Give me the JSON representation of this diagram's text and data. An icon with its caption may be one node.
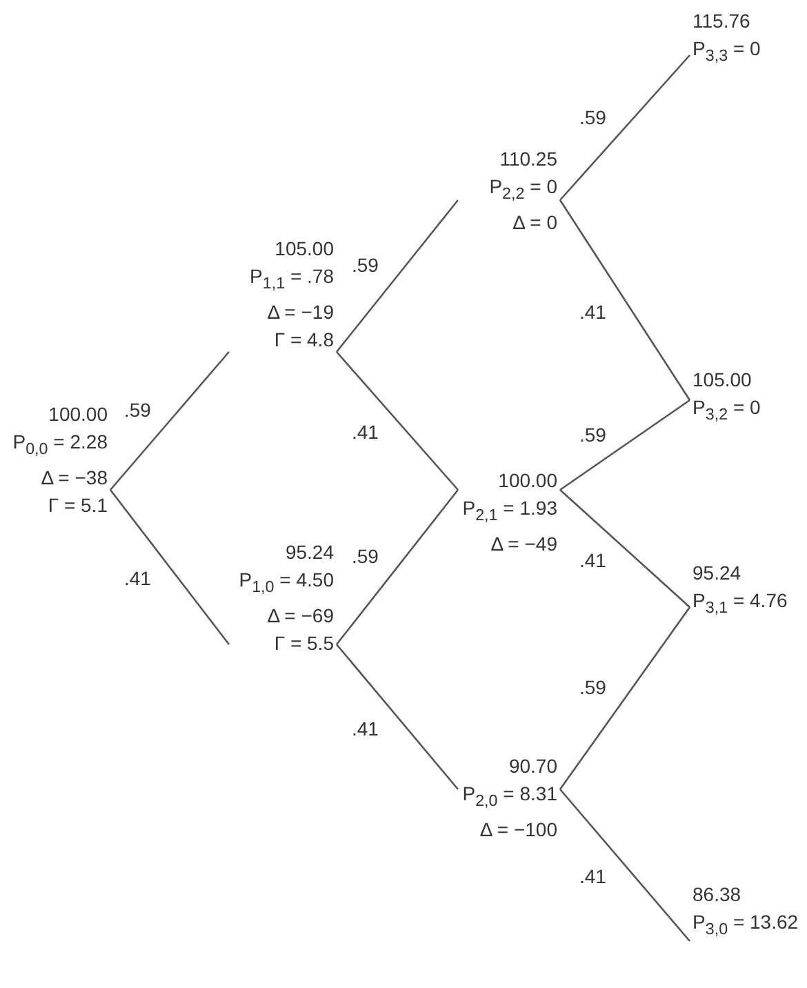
{
  "diagram": {
    "nodes": [
      {
        "text": [
          "100.00",
          "P$_{0,0}$ = 2.28",
          "Δ = −38",
          "Γ = 5.1"
        ]
      },
      {
        "text": [
          "105.00",
          "P$_{1,1}$ = .78",
          "Δ = −19",
          "Γ = 4.8"
        ]
      },
      {
        "text": [
          "95.24",
          "P$_{1,0}$ = 4.50",
          "Δ = −69",
          "Γ = 5.5"
        ]
      },
      {
        "text": [
          "110.25",
          "P$_{2,2}$ = 0",
          "Δ = 0"
        ]
      },
      {
        "text": [
          "100.00",
          "P$_{2,1}$ = 1.93",
          "Δ = −49"
        ]
      },
      {
        "text": [
          "90.70",
          "P$_{2,0}$ = 8.31",
          "Δ = −100"
        ]
      },
      {
        "text": [
          "115.76",
          "P$_{3,3}$ = 0"
        ]
      },
      {
        "text": [
          "105.00",
          "P$_{3,2}$ = 0"
        ]
      },
      {
        "text": [
          "95.24",
          "P$_{3,1}$ = 4.76"
        ]
      },
      {
        "text": [
          "86.38",
          "P$_{3,0}$ = 13.62"
        ]
      }
    ],
    "edges": [
      {
        "from": 0,
        "to": 1,
        "arrow": "none",
        "label": ".59"
      },
      {
        "from": 0,
        "to": 2,
        "arrow": "none",
        "label": ".41"
      },
      {
        "from": 1,
        "to": 3,
        "arrow": "none",
        "label": ".59"
      },
      {
        "from": 1,
        "to": 4,
        "arrow": "none",
        "label": ".41"
      },
      {
        "from": 2,
        "to": 4,
        "arrow": "none",
        "label": ".59"
      },
      {
        "from": 2,
        "to": 5,
        "arrow": "none",
        "label": ".41"
      },
      {
        "from": 3,
        "to": 6,
        "arrow": "none",
        "label": ".59"
      },
      {
        "from": 3,
        "to": 7,
        "arrow": "none",
        "label": ".41"
      },
      {
        "from": 4,
        "to": 7,
        "arrow": "none",
        "label": ".59"
      },
      {
        "from": 4,
        "to": 8,
        "arrow": "none",
        "label": ".41"
      },
      {
        "from": 5,
        "to": 8,
        "arrow": "none",
        "label": ".59"
      },
      {
        "from": 5,
        "to": 9,
        "arrow": "none",
        "label": ".41"
      }
    ]
  }
}
